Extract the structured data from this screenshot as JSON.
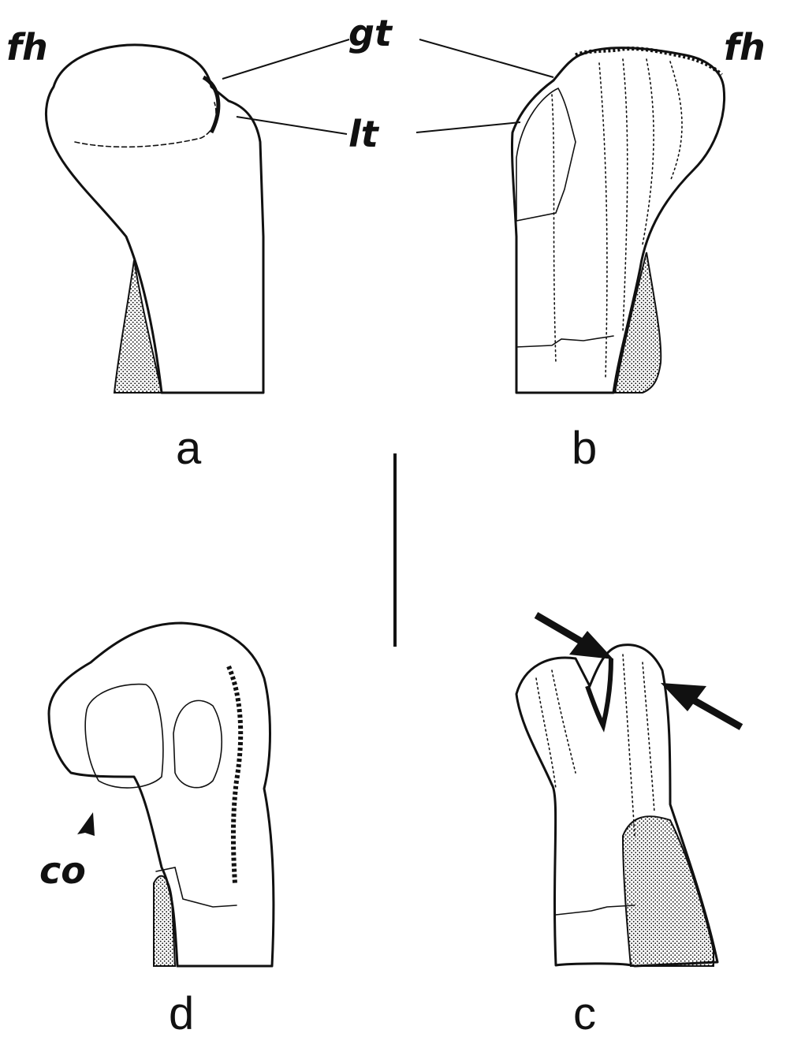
{
  "labels": {
    "femoral_head": "fh",
    "greater_trochanter": "gt",
    "lesser_trochanter": "lt",
    "condyle": "co"
  },
  "panels": {
    "a": "a",
    "b": "b",
    "c": "c",
    "d": "d"
  },
  "colors": {
    "ink": "#111111",
    "paper": "#ffffff"
  }
}
